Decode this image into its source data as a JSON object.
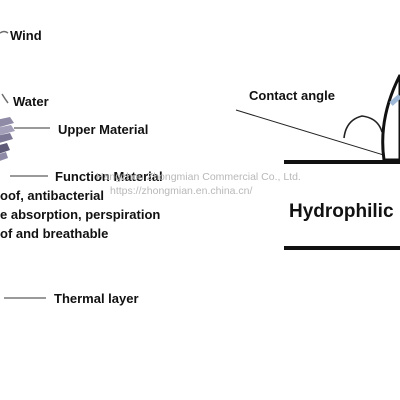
{
  "layers_panel": {
    "wind_label": "Wind",
    "water_label": "Water",
    "upper_material_label": "Upper Material",
    "function_material_label": "Function Material",
    "function_desc": [
      "oof, antibacterial",
      "e absorption, perspiration",
      "of and breathable"
    ],
    "thermal_layer_label": "Thermal layer"
  },
  "contact_panel": {
    "contact_angle_label": "Contact angle",
    "hydrophilic_label": "Hydrophilic"
  },
  "watermark": {
    "line1": "Hangzhou Zhongmian Commercial Co., Ltd.",
    "line2": "https://zhongmian.en.china.cn/"
  },
  "colors": {
    "layer_fill": "#8f8aa6",
    "layer_dark": "#5f5a78",
    "leader_line": "#9a9a9a",
    "text": "#111111",
    "watermark": "#b8b8b8"
  }
}
